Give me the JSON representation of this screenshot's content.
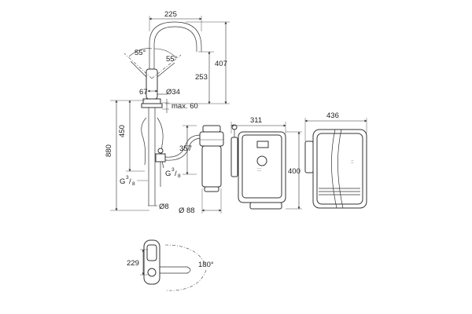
{
  "dimensions": {
    "spout_reach": "225",
    "total_height": "407",
    "spout_height": "253",
    "angle_left": "55°",
    "angle_right": "55°",
    "lever_length": "67",
    "body_diameter": "Ø34",
    "max_deck": "max. 60",
    "hose_length": "450",
    "overall_length": "880",
    "filter_hose": "357",
    "thread_left_base": "G",
    "thread_left_num": "3",
    "thread_left_den": "8",
    "thread_right_base": "G",
    "thread_right_num": "3",
    "thread_right_den": "8",
    "pipe_diameter": "Ø8",
    "filter_diameter": "Ø 88",
    "boiler_depth": "311",
    "boiler_height": "400",
    "boiler_width": "436",
    "plan_offset": "229",
    "rotation": "180°"
  },
  "colors": {
    "line": "#333333",
    "background": "#ffffff"
  }
}
